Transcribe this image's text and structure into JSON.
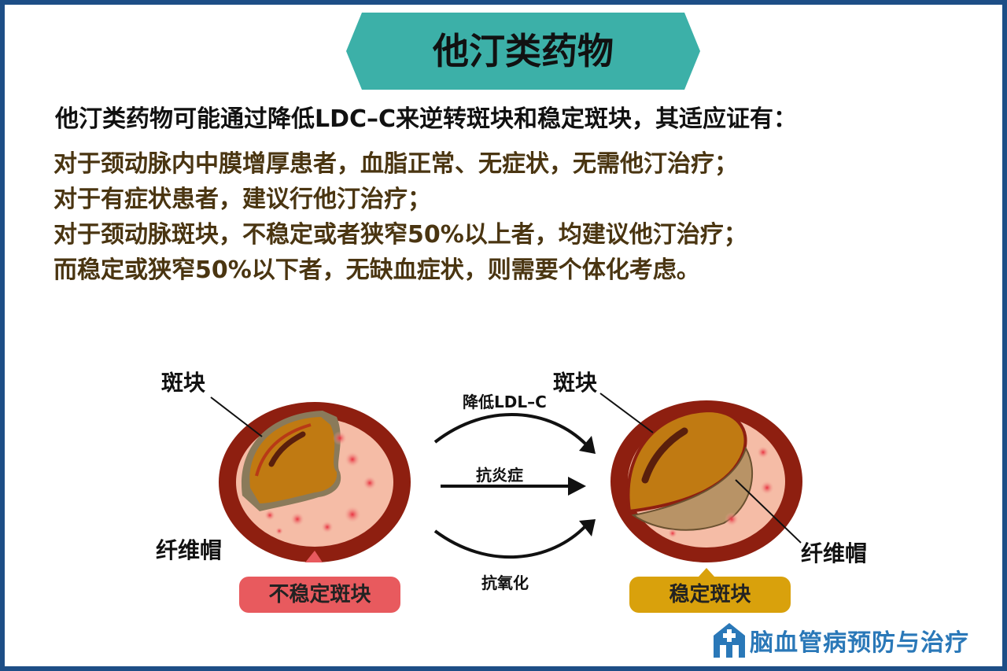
{
  "title": "他汀类药物",
  "intro": "他汀类药物可能通过降低LDC–C来逆转斑块和稳定斑块，其适应证有：",
  "indications": [
    "对于颈动脉内中膜增厚患者，血脂正常、无症状，无需他汀治疗；",
    "对于有症状患者，建议行他汀治疗；",
    "对于颈动脉斑块，不稳定或者狭窄50%以上者，均建议他汀治疗；",
    "而稳定或狭窄50%以下者，无缺血症状，则需要个体化考虑。"
  ],
  "diagram": {
    "left": {
      "plaque_label": "斑块",
      "cap_label": "纤维帽",
      "badge": "不稳定斑块"
    },
    "right": {
      "plaque_label": "斑块",
      "cap_label": "纤维帽",
      "badge": "稳定斑块"
    },
    "arrows": [
      "降低LDL–C",
      "抗炎症",
      "抗氧化"
    ]
  },
  "footer": {
    "brand": "脑血管病预防与治疗"
  },
  "colors": {
    "frame": "#1d4e86",
    "banner": "#3cb0a8",
    "text": "#4a3511",
    "unstable": "#e85a5e",
    "stable": "#d9a10c"
  }
}
